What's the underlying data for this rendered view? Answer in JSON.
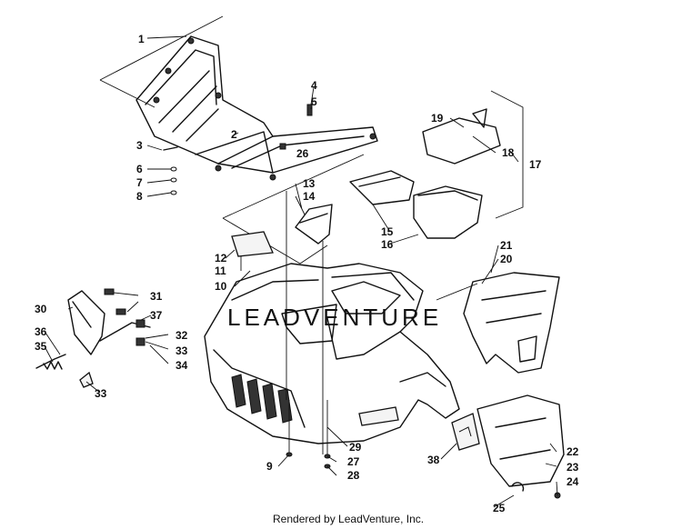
{
  "diagram": {
    "footer": "Rendered by LeadVenture, Inc.",
    "watermark": "LEADVENTURE",
    "callouts": [
      "1",
      "2",
      "3",
      "4",
      "5",
      "6",
      "7",
      "8",
      "9",
      "10",
      "11",
      "12",
      "13",
      "14",
      "15",
      "16",
      "17",
      "18",
      "19",
      "20",
      "21",
      "22",
      "23",
      "24",
      "25",
      "26",
      "27",
      "28",
      "29",
      "30",
      "31",
      "32",
      "33",
      "33",
      "34",
      "35",
      "36",
      "37",
      "38"
    ]
  }
}
